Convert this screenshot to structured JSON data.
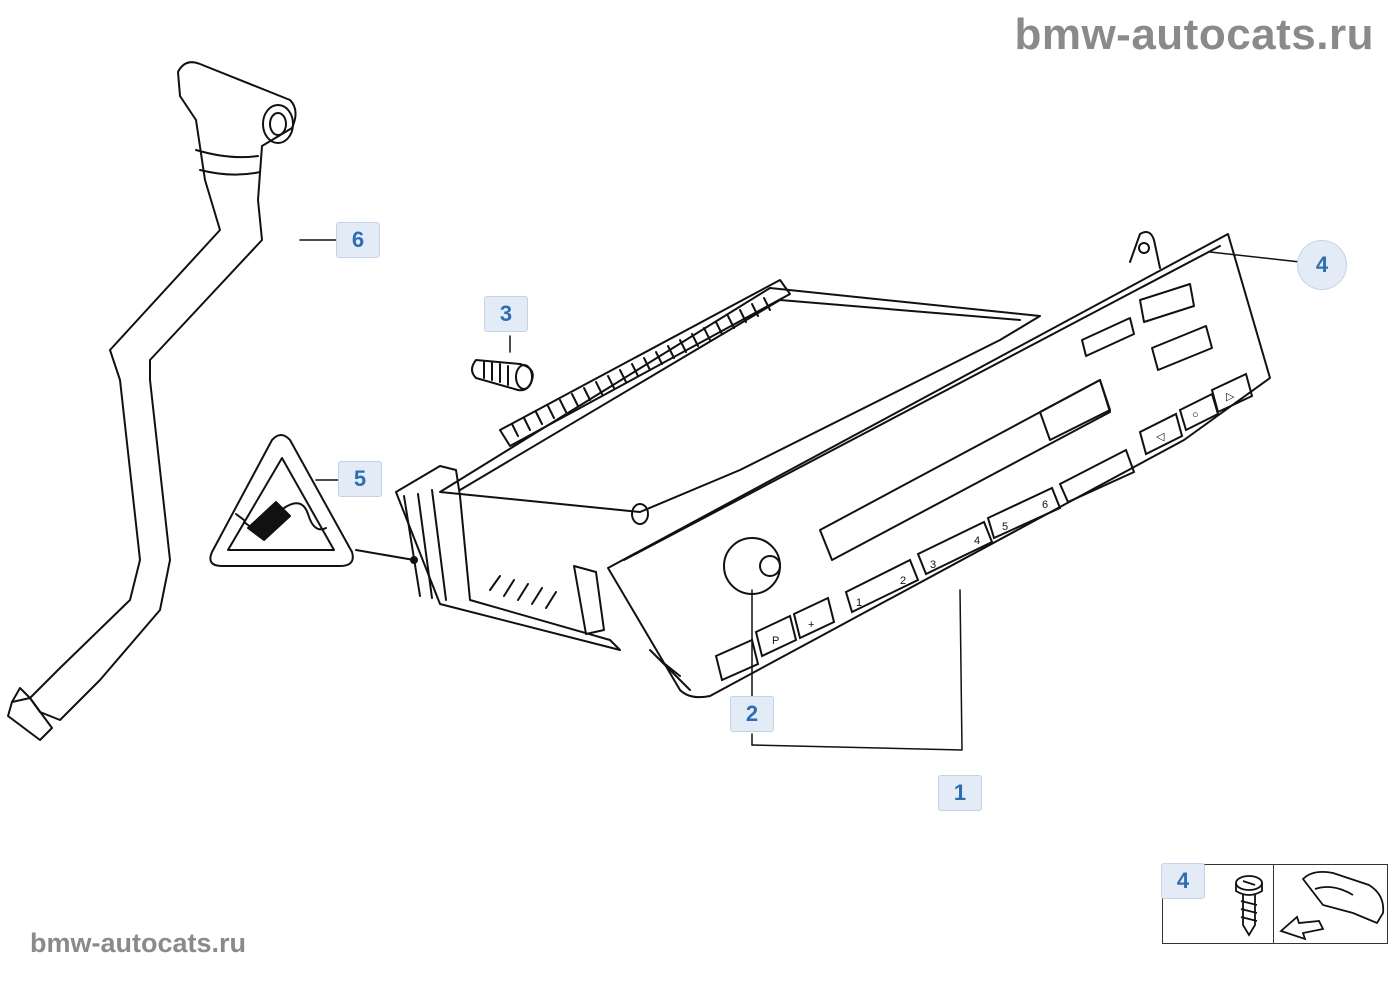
{
  "watermark": {
    "top": "bmw-autocats.ru",
    "bottom": "bmw-autocats.ru"
  },
  "callouts": {
    "c1": "1",
    "c2": "2",
    "c3": "3",
    "c4": "4",
    "c5": "5",
    "c6": "6",
    "c4_inset": "4"
  },
  "radio": {
    "preset_buttons": [
      "1",
      "2",
      "3",
      "4",
      "5",
      "6"
    ],
    "left_buttons": [
      "P",
      "+"
    ],
    "right_buttons": [
      "◁",
      "○",
      "▷"
    ]
  },
  "colors": {
    "callout_text": "#2f6db3",
    "callout_bg": "#e3ecf6",
    "watermark": "#8a8a8a",
    "line": "#111111"
  }
}
